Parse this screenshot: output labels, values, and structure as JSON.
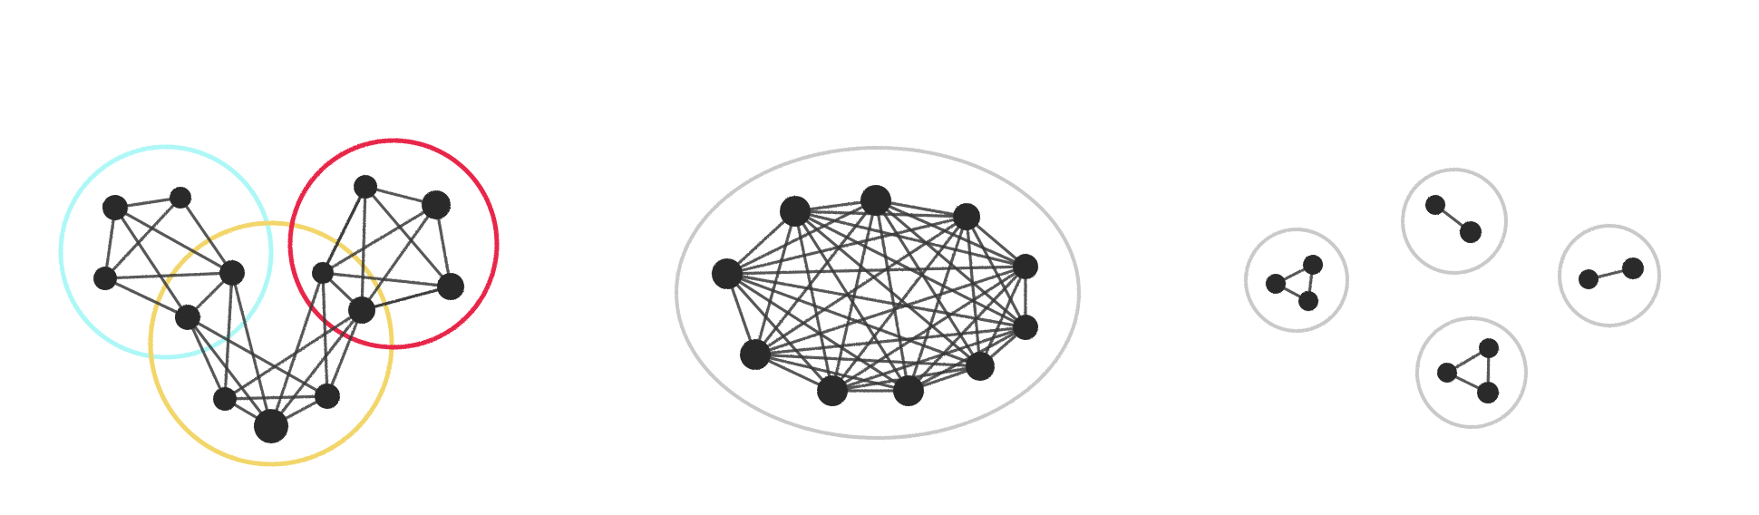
{
  "colors": {
    "background": "#ffffff",
    "node": "#2b2b2b",
    "edge": "#3a3a3a",
    "cyan_group": "#aef7f7",
    "red_group": "#e8254a",
    "yellow_group": "#f2d66a",
    "gray_group": "#c9c9c9"
  },
  "panels": [
    {
      "id": "overlapping-communities",
      "node_count": 13,
      "edge_count": 34,
      "highlighted_groups": [
        "cyan",
        "yellow",
        "red"
      ]
    },
    {
      "id": "complete-graph",
      "node_count": 10,
      "edge_count": 45
    },
    {
      "id": "small-components",
      "components": [
        {
          "nodes": 3,
          "edges": 3
        },
        {
          "nodes": 2,
          "edges": 1
        },
        {
          "nodes": 2,
          "edges": 1
        },
        {
          "nodes": 3,
          "edges": 3
        }
      ]
    }
  ]
}
